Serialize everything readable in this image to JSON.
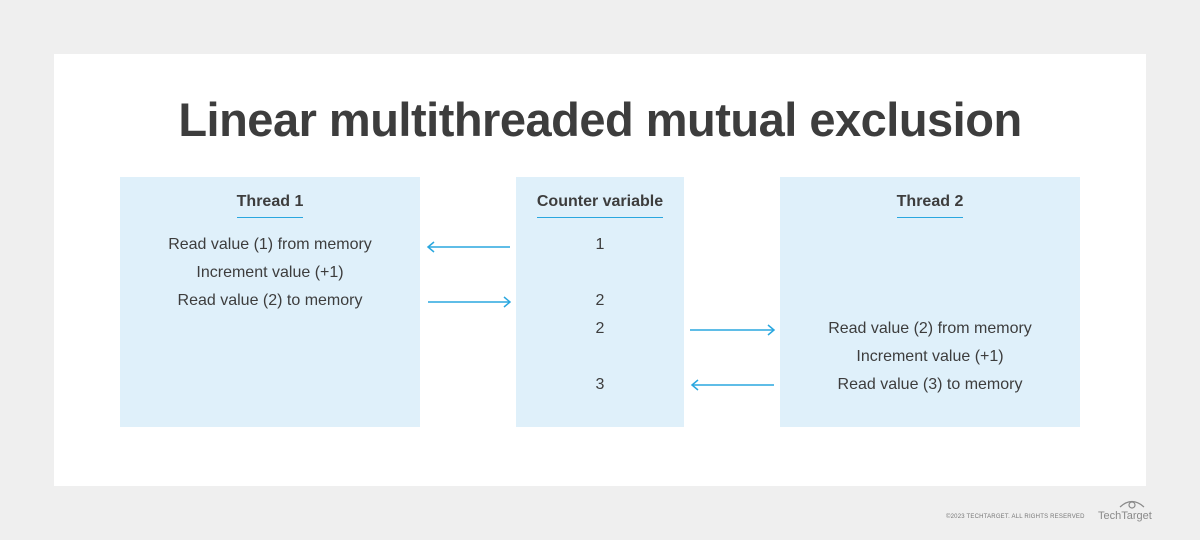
{
  "title": "Linear multithreaded mutual exclusion",
  "thread1": {
    "header": "Thread 1",
    "lines": [
      "Read value (1) from memory",
      "Increment value (+1)",
      "Read value (2) to memory"
    ]
  },
  "counter": {
    "header": "Counter variable",
    "values": [
      "1",
      "2",
      "2",
      "3"
    ]
  },
  "thread2": {
    "header": "Thread 2",
    "lines": [
      "Read value (2) from memory",
      "Increment value (+1)",
      "Read value (3) to memory"
    ]
  },
  "colors": {
    "accent": "#2aa7df",
    "panel": "#dff0fa",
    "text": "#3d3d3d"
  },
  "footer": {
    "copyright": "©2023 TECHTARGET. ALL RIGHTS RESERVED",
    "brand": "TechTarget"
  }
}
